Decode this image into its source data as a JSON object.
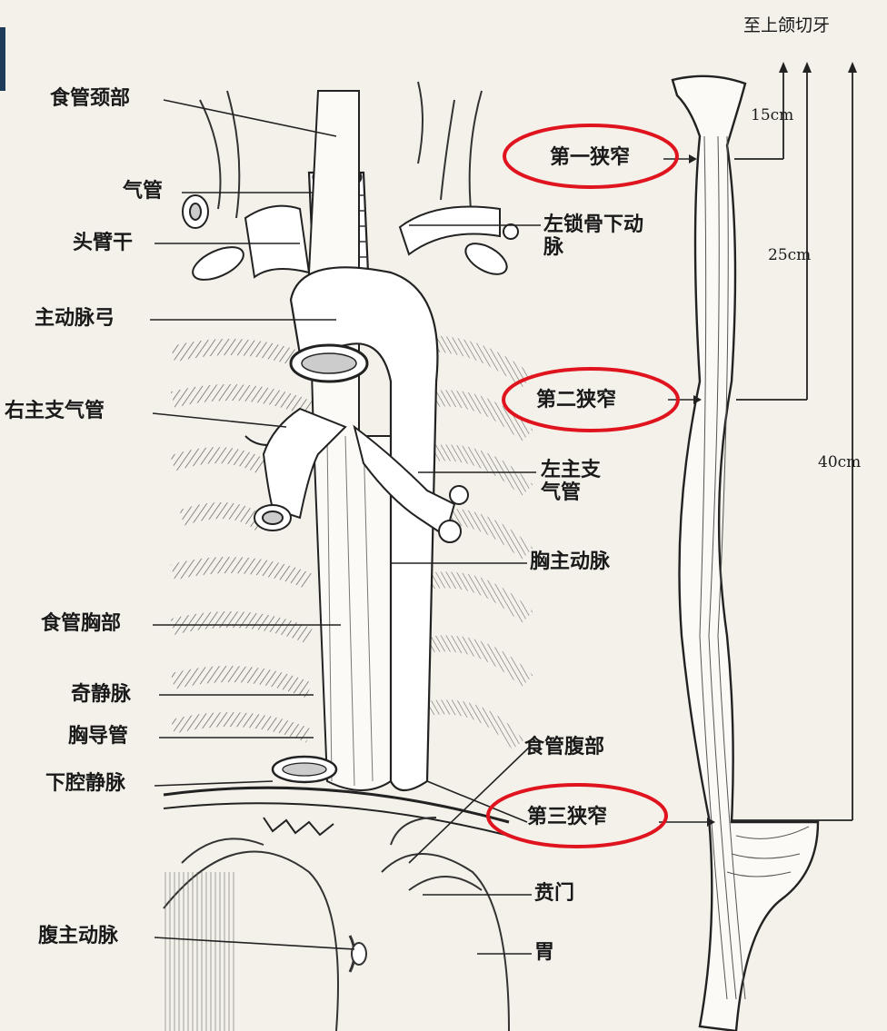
{
  "labels": {
    "cervical_esophagus": "食管颈部",
    "trachea": "气管",
    "brachiocephalic_trunk": "头臂干",
    "aortic_arch": "主动脉弓",
    "right_main_bronchus": "右主支气管",
    "thoracic_esophagus": "食管胸部",
    "azygos_vein": "奇静脉",
    "thoracic_duct": "胸导管",
    "inferior_vena_cava": "下腔静脉",
    "abdominal_aorta": "腹主动脉",
    "left_subclavian_artery": "左锁骨下动脉",
    "left_main_bronchus": "左主支气管",
    "thoracic_aorta": "胸主动脉",
    "abdominal_esophagus": "食管腹部",
    "cardia": "贲门",
    "stomach": "胃",
    "first_narrowing": "第一狭窄",
    "second_narrowing": "第二狭窄",
    "third_narrowing": "第三狭窄",
    "to_incisors": "至上颌切牙",
    "dist_15": "15cm",
    "dist_25": "25cm",
    "dist_40": "40cm"
  },
  "colors": {
    "ink": "#1a1a1a",
    "highlight_circle": "#e0141e",
    "paper": "#f4f1ea",
    "accent_bar": "#1e3b5a"
  }
}
